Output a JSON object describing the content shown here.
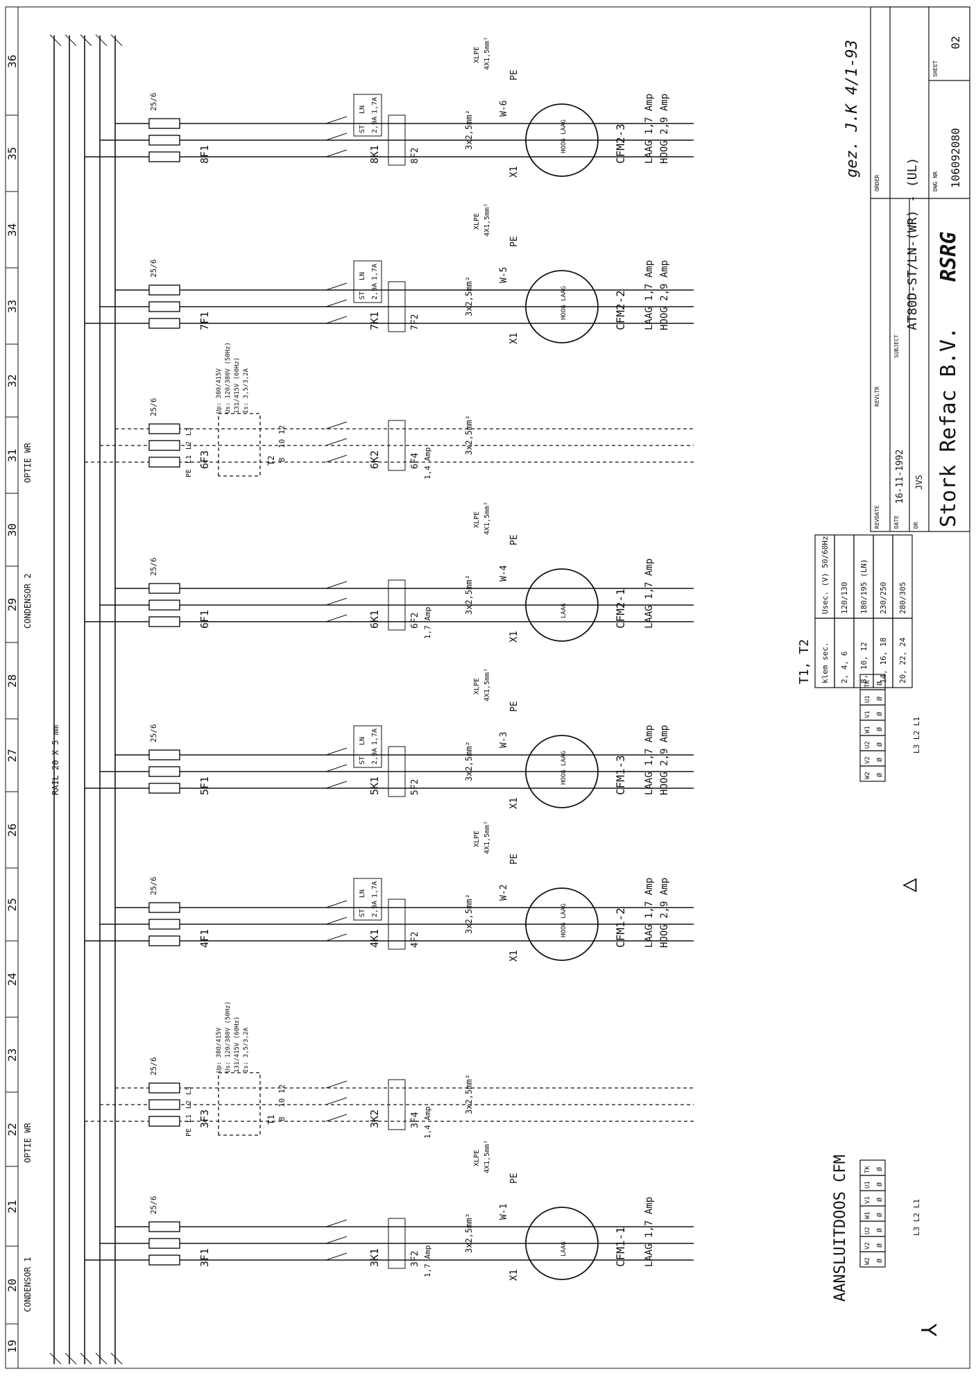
{
  "sheet": {
    "column_numbers": [
      "19",
      "20",
      "21",
      "22",
      "23",
      "24",
      "25",
      "26",
      "27",
      "28",
      "29",
      "30",
      "31",
      "32",
      "33",
      "34",
      "35",
      "36"
    ],
    "section_headers": {
      "condensor1": "CONDENSOR 1",
      "optie_wr_1": "OPTIE WR",
      "rail": "RAIL 20 X 5 mm",
      "condensor2": "CONDENSOR 2",
      "optie_wr_2": "OPTIE WR"
    }
  },
  "groups": [
    {
      "fuse": "3F1",
      "contactor": "3K1",
      "overload": "3F2",
      "ol_rating": "1,7 Amp",
      "term": "X1",
      "wv": "W-1",
      "motor": "CFM1-1",
      "cable": "3x2,5mm²",
      "pe": "PE",
      "xlpe": "XLPE",
      "xlpe2": "4X1,5mm²",
      "lines": [
        "LAAG 1,7 Amp"
      ],
      "fuse_rating": "25/6",
      "winding": "LAAG",
      "star": true
    },
    {
      "fuse": "3F3",
      "contactor": "3K2",
      "overload": "3F4",
      "ol_rating": "1,4 Amp",
      "cable": "3x2,5mm²",
      "transformer": "T1",
      "specs": [
        "Up: 380/415V",
        "Us: 120/380V (50Hz)",
        "131/415V (60Hz)",
        "Is: 3,5/3,2A"
      ],
      "fuse_labels": [
        "PE",
        "L1",
        "L2",
        "L3"
      ],
      "taps": [
        "8",
        "10",
        "12"
      ],
      "fuse_rating": "25/6",
      "dashed": true
    },
    {
      "fuse": "4F1",
      "contactor": "4K1",
      "overload": "4F2",
      "ol_table": [
        "ST",
        "LN",
        "2,9A",
        "1,7A"
      ],
      "term": "X1",
      "wv": "W-2",
      "motor": "CFM1-2",
      "cable": "3x2,5mm²",
      "pe": "PE",
      "xlpe": "XLPE",
      "xlpe2": "4X1,5mm²",
      "lines": [
        "LAAG 1,7 Amp",
        "HOOG 2,9 Amp"
      ],
      "fuse_rating": "25/6",
      "winding": "HOOG LAAG",
      "delta": true
    },
    {
      "fuse": "5F1",
      "contactor": "5K1",
      "overload": "5F2",
      "ol_table": [
        "ST",
        "LN",
        "2,9A",
        "1,7A"
      ],
      "term": "X1",
      "wv": "W-3",
      "motor": "CFM1-3",
      "cable": "3x2,5mm²",
      "pe": "PE",
      "xlpe": "XLPE",
      "xlpe2": "4X1,5mm²",
      "lines": [
        "LAAG 1,7 Amp",
        "HOOG 2,9 Amp"
      ],
      "fuse_rating": "25/6",
      "winding": "HOOG LAAG",
      "delta": true
    },
    {
      "fuse": "6F1",
      "contactor": "6K1",
      "overload": "6F2",
      "ol_rating": "1,7 Amp",
      "term": "X1",
      "wv": "W-4",
      "motor": "CFM2-1",
      "cable": "3x2,5mm²",
      "pe": "PE",
      "xlpe": "XLPE",
      "xlpe2": "4X1,5mm²",
      "lines": [
        "LAAG 1,7 Amp"
      ],
      "fuse_rating": "25/6",
      "winding": "LAAG",
      "star": true
    },
    {
      "fuse": "6F3",
      "contactor": "6K2",
      "overload": "6F4",
      "ol_rating": "1,4 Amp",
      "cable": "3x2,5mm²",
      "transformer": "T2",
      "specs": [
        "Up: 380/415V",
        "Us: 120/380V (50Hz)",
        "131/415V (60Hz)",
        "Is: 3,5/3,2A"
      ],
      "fuse_labels": [
        "PE",
        "L1",
        "L2",
        "L3"
      ],
      "taps": [
        "8",
        "10",
        "12"
      ],
      "fuse_rating": "25/6",
      "dashed": true
    },
    {
      "fuse": "7F1",
      "contactor": "7K1",
      "overload": "7F2",
      "ol_table": [
        "ST",
        "LN",
        "2,9A",
        "1,7A"
      ],
      "term": "X1",
      "wv": "W-5",
      "motor": "CFM2-2",
      "cable": "3x2,5mm²",
      "pe": "PE",
      "xlpe": "XLPE",
      "xlpe2": "4X1,5mm²",
      "lines": [
        "LAAG 1,7 Amp",
        "HOOG 2,9 Amp"
      ],
      "fuse_rating": "25/6",
      "winding": "HOOG LAAG",
      "delta": true
    },
    {
      "fuse": "8F1",
      "contactor": "8K1",
      "overload": "8F2",
      "ol_table": [
        "ST",
        "LN",
        "2,9A",
        "1,7A"
      ],
      "term": "X1",
      "wv": "W-6",
      "motor": "CFM2-3",
      "cable": "3x2,5mm²",
      "pe": "PE",
      "xlpe": "XLPE",
      "xlpe2": "4X1,5mm²",
      "lines": [
        "LAAG 1,7 Amp",
        "HOOG 2,9 Amp"
      ],
      "fuse_rating": "25/6",
      "winding": "HOOG LAAG",
      "delta": true
    }
  ],
  "aansluitdoos": {
    "title": "AANSLUITDOOS CFM",
    "top_row": [
      "W2",
      "V2",
      "U2",
      "W1",
      "V1",
      "U1",
      "TK"
    ],
    "bottom_row": [
      "Ø",
      "Ø",
      "Ø",
      "Ø",
      "Ø",
      "Ø",
      "Ø"
    ],
    "lines_label": "L3 L2 L1"
  },
  "t_table": {
    "title": "T1, T2",
    "headers": [
      "klem sec.",
      "Usec. (V) 50/60Hz"
    ],
    "rows": [
      [
        "2, 4, 6",
        "120/130"
      ],
      [
        "8, 10, 12",
        "180/195 (LN)"
      ],
      [
        "14, 16, 18",
        "230/250"
      ],
      [
        "20, 22, 24",
        "280/305"
      ]
    ]
  },
  "title_block": {
    "revdate": "REVDATE",
    "date_label": "DATE",
    "date": "16-11-1992",
    "dr_label": "DR",
    "dr": "JVS",
    "revltr": "REVLTR",
    "subject_label": "SUBJECT",
    "subject": "AT80D-ST/LN-(WR) - (UL)",
    "company": "Stork Refac B.V.",
    "logo": "RSRG",
    "order_label": "ORDER",
    "dwg_label": "DWG NR",
    "dwg": "106092080",
    "sheet_label": "SHEET",
    "sheet": "02",
    "signature": "gez. J.K 4/1-93"
  }
}
